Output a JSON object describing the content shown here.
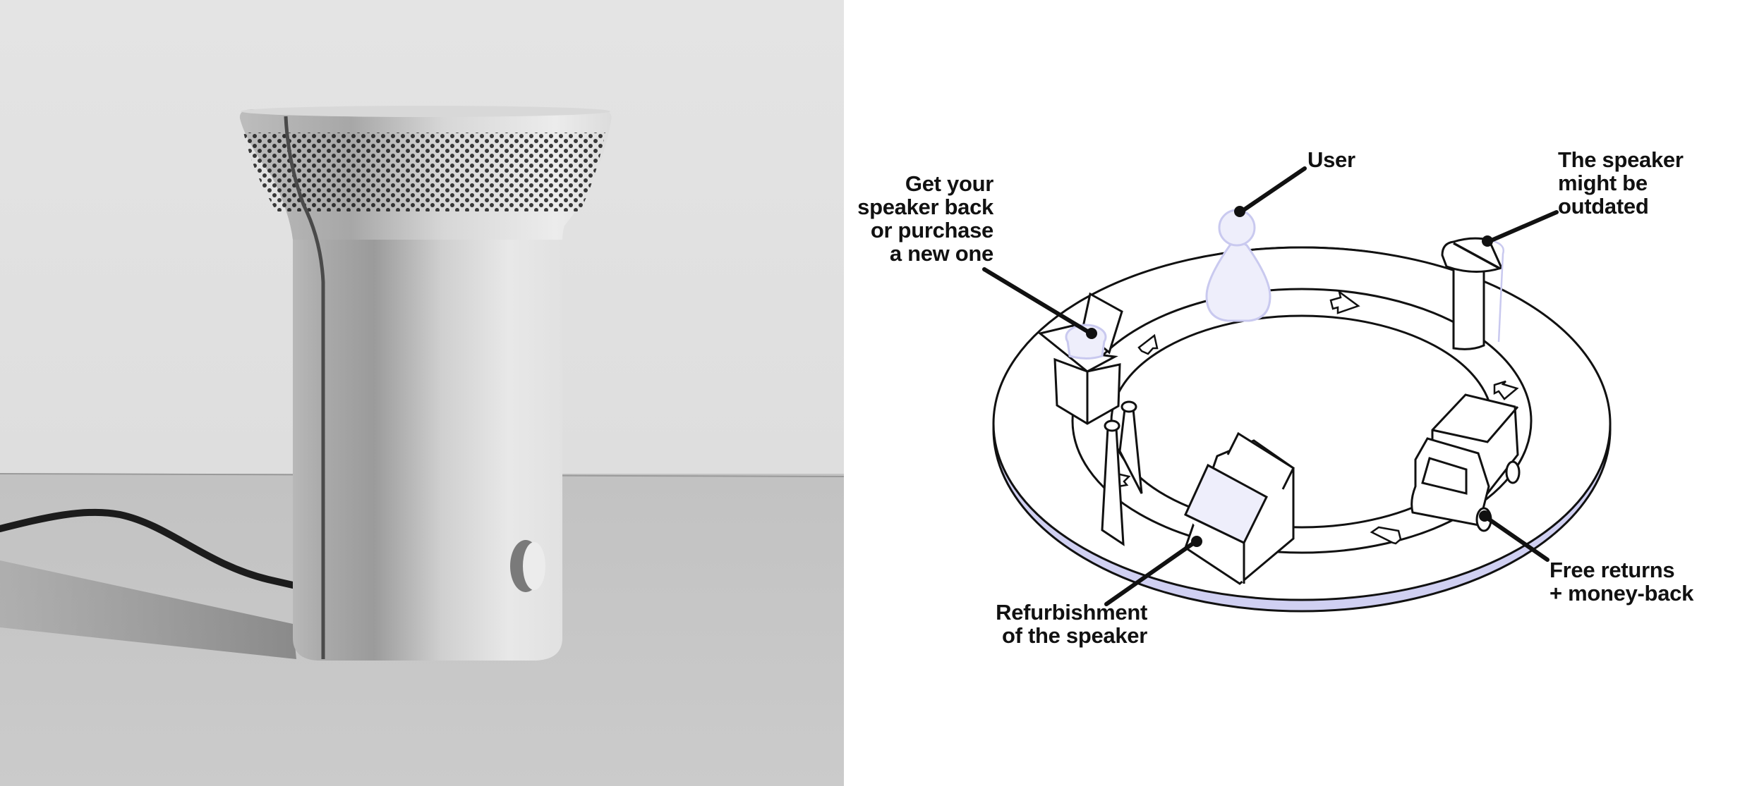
{
  "photo": {
    "subject": "speaker-product-render",
    "colors": {
      "wall": "#e2e2e2",
      "floor": "#c6c6c6",
      "shadow": "#8f8f8f",
      "body_light": "#e9e9e9",
      "body_dark": "#9a9a9a",
      "grille_hole": "#1a1a1a",
      "cable": "#1c1c1c"
    }
  },
  "diagram": {
    "colors": {
      "stroke": "#111111",
      "accent_fill": "#eeeefb",
      "accent_stroke": "#c9c9ef",
      "platform_edge": "#d0d0f2"
    },
    "labels": {
      "user": "User",
      "outdated": "The speaker\nmight be\noutdated",
      "get_back": "Get your\nspeaker back\nor purchase\na new one",
      "refurbishment": "Refurbishment\nof the speaker",
      "returns": "Free returns\n+ money-back"
    },
    "cycle_steps": [
      {
        "icon": "user-figure-icon",
        "label": "User"
      },
      {
        "icon": "speaker-icon",
        "label": "The speaker might be outdated"
      },
      {
        "icon": "delivery-truck-icon",
        "label": "Free returns + money-back"
      },
      {
        "icon": "factory-icon",
        "label": "Refurbishment of the speaker"
      },
      {
        "icon": "open-box-icon",
        "label": "Get your speaker back or purchase a new one"
      }
    ]
  }
}
